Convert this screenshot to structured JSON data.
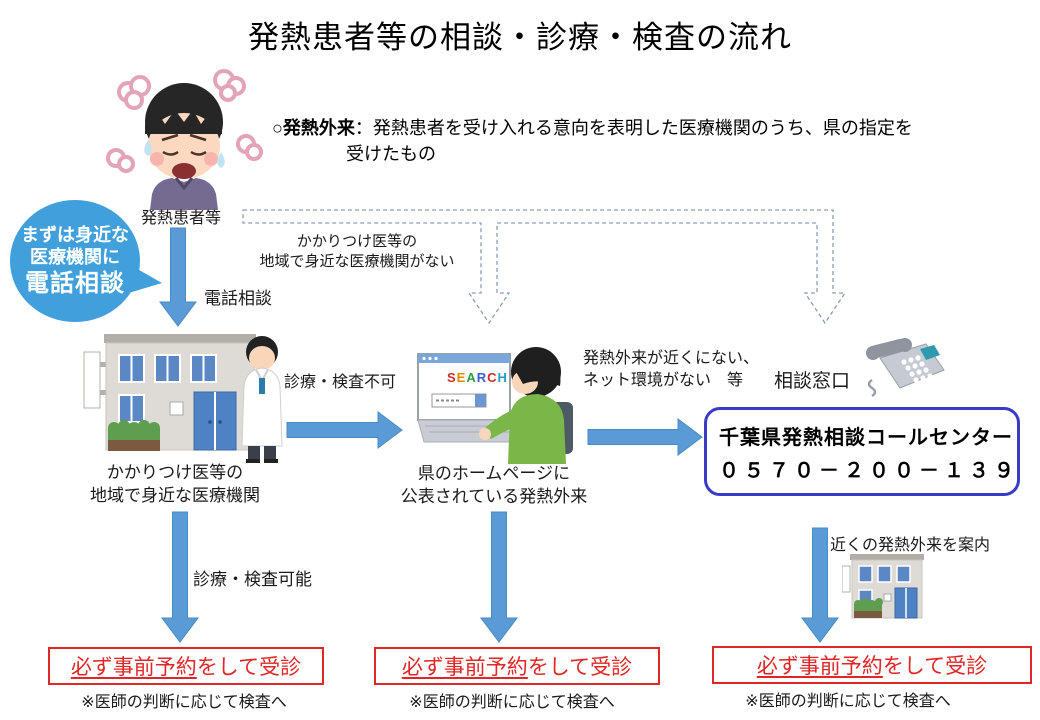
{
  "title": "発熱患者等の相談・診療・検査の流れ",
  "note": {
    "bullet": "○",
    "term": "発熱外来",
    "colon": "：",
    "line1": "発熱患者を受け入れる意向を表明した医療機関のうち、県の指定を",
    "line2": "受けたもの"
  },
  "patient": {
    "label": "発熱患者等"
  },
  "bubble": {
    "line1": "まずは身近な",
    "line2": "医療機関に",
    "line3": "電話相談"
  },
  "flow": {
    "phone_consult": "電話相談",
    "no_family_doctor_line1": "かかりつけ医等の",
    "no_family_doctor_line2": "地域で身近な医療機関がない",
    "cannot_treat": "診療・検査不可",
    "no_nearby_line1": "発熱外来が近くにない、",
    "no_nearby_line2": "ネット環境がない　等",
    "can_treat": "診療・検査可能",
    "guide_nearby": "近くの発熱外来を案内",
    "consult_window": "相談窓口"
  },
  "nodes": {
    "clinic_line1": "かかりつけ医等の",
    "clinic_line2": "地域で身近な医療機関",
    "homepage_line1": "県のホームページに",
    "homepage_line2": "公表されている発熱外来",
    "callcenter_name": "千葉県発熱相談コールセンター",
    "callcenter_phone": "０５７０－２００－１３９"
  },
  "computer": {
    "search_text": "SEARCH",
    "letter_colors": [
      "#cc2b2b",
      "#e08a00",
      "#2f9e44",
      "#3b5bdb",
      "#cc2b2b",
      "#22a0c8"
    ]
  },
  "bottom": {
    "boxes": [
      {
        "underlined": "必ず事前予約",
        "rest": "をして受診",
        "note": "※医師の判断に応じて検査へ"
      },
      {
        "underlined": "必ず事前予約",
        "rest": "をして受診",
        "note": "※医師の判断に応じて検査へ"
      },
      {
        "underlined": "必ず事前予約",
        "rest": "をして受診",
        "note": "※医師の判断に応じて検査へ"
      }
    ]
  },
  "colors": {
    "arrow_blue": "#5b9bd5",
    "bubble_blue": "#41a0db",
    "red_box": "#e02626",
    "callcenter_border": "#3a3ac8",
    "dashed_gray_blue": "#8d9db4"
  }
}
